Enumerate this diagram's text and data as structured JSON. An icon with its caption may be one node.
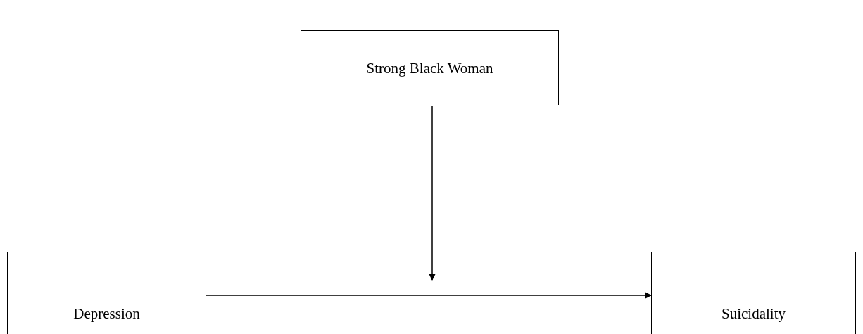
{
  "diagram": {
    "nodes": [
      {
        "text": [
          "Strong Black Woman"
        ]
      },
      {
        "text": [
          "Depression"
        ]
      },
      {
        "text": [
          "Suicidality"
        ]
      }
    ],
    "edges": [
      {
        "from": 0,
        "to": null,
        "arrow": "to"
      },
      {
        "from": 1,
        "to": 2,
        "arrow": "to"
      }
    ]
  }
}
